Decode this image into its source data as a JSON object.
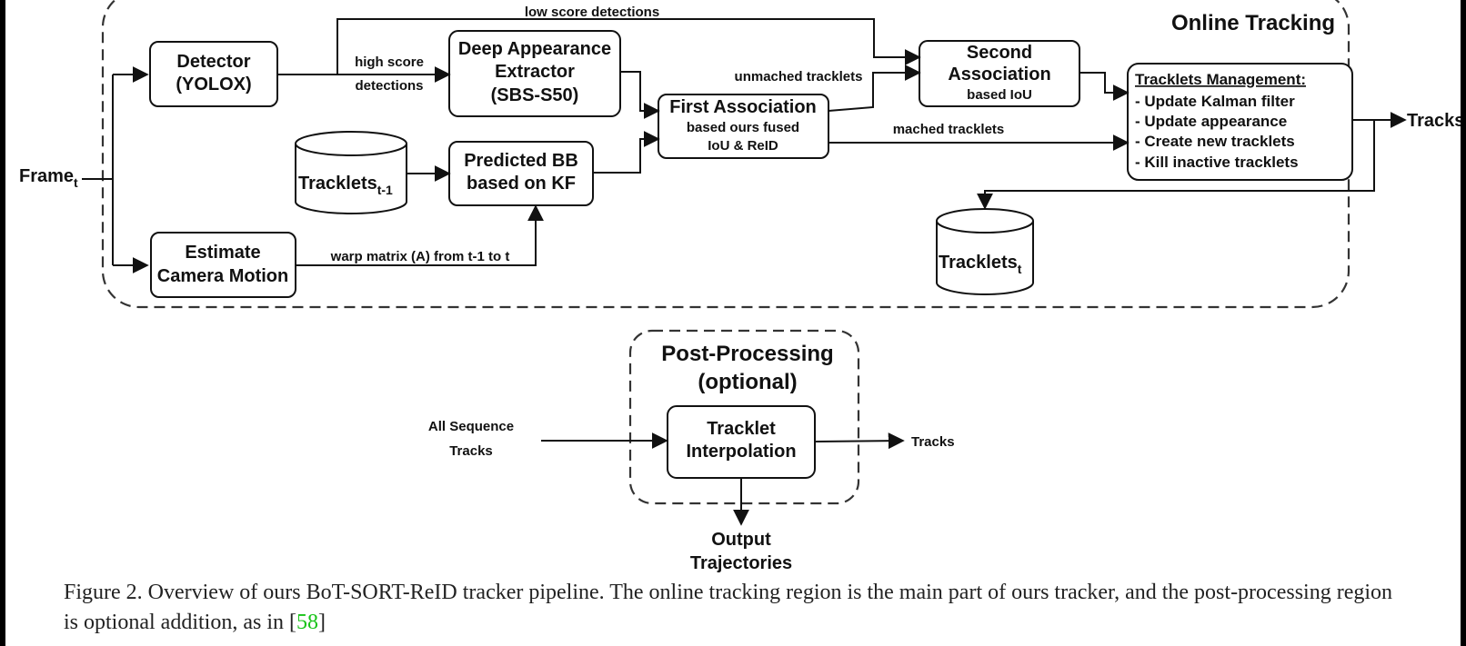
{
  "online_tracking": {
    "title": "Online Tracking",
    "input": {
      "base": "Frame",
      "sub": "t"
    },
    "output": "Tracks",
    "detector": {
      "line1": "Detector",
      "line2": "(YOLOX)"
    },
    "camera_motion": {
      "line1": "Estimate",
      "line2": "Camera Motion"
    },
    "appearance": {
      "line1": "Deep Appearance",
      "line2": "Extractor",
      "line3": "(SBS-S50)"
    },
    "tracklets_prev": {
      "base": "Tracklets",
      "sub": "t-1"
    },
    "predicted_bb": {
      "line1": "Predicted BB",
      "line2": "based on KF"
    },
    "first_assoc": {
      "line1": "First Association",
      "line2": "based ours fused",
      "line3": "IoU & ReID"
    },
    "second_assoc": {
      "line1": "Second",
      "line2": "Association",
      "line3": "based IoU"
    },
    "management": {
      "title": "Tracklets Management:",
      "items": [
        "- Update Kalman filter",
        "- Update appearance",
        "- Create new tracklets",
        "- Kill inactive tracklets"
      ]
    },
    "tracklets_curr": {
      "base": "Tracklets",
      "sub": "t"
    },
    "edges": {
      "low_score": "low score detections",
      "high_score_1": "high score",
      "high_score_2": "detections",
      "unmatched": "unmached tracklets",
      "matched": "mached tracklets",
      "warp": "warp matrix (A) from t-1 to t"
    }
  },
  "post_processing": {
    "title_1": "Post-Processing",
    "title_2": "(optional)",
    "input_1": "All Sequence",
    "input_2": "Tracks",
    "interp_1": "Tracklet",
    "interp_2": "Interpolation",
    "output": "Tracks",
    "trajectories_1": "Output",
    "trajectories_2": "Trajectories"
  },
  "caption": {
    "text": "Figure 2. Overview of ours BoT-SORT-ReID tracker pipeline.  The online tracking region is the main part of ours tracker, and the post-processing region is optional addition, as in  [",
    "ref": "58",
    "close": "]"
  },
  "colors": {
    "ink": "#111111",
    "reference": "#17c317"
  }
}
